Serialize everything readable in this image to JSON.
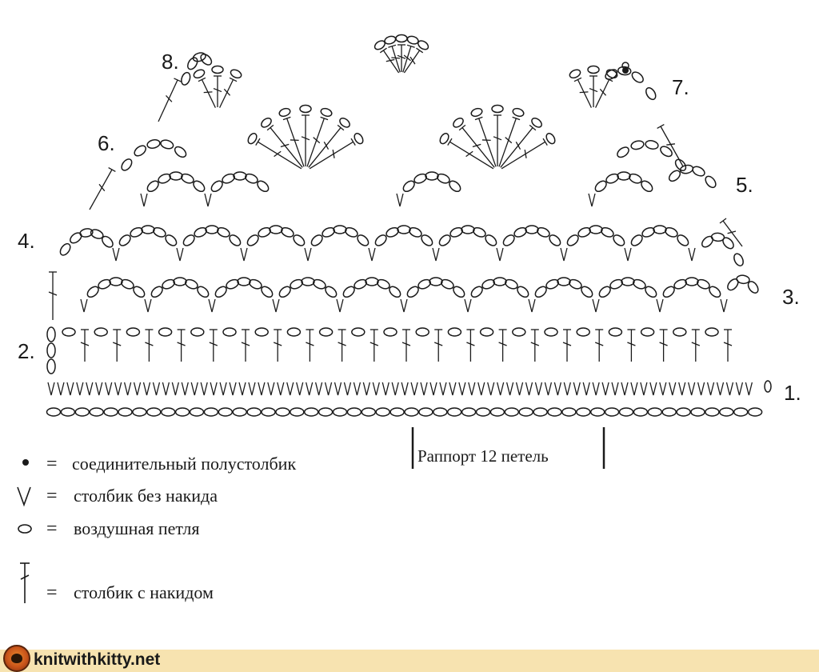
{
  "diagram": {
    "row_labels": [
      "1.",
      "2.",
      "3.",
      "4.",
      "5.",
      "6.",
      "7.",
      "8."
    ],
    "rapport_label": "Раппорт 12 петель"
  },
  "legend": [
    {
      "symbol": "dot",
      "eq": "=",
      "text": "соединительный полустолбик"
    },
    {
      "symbol": "single-crochet",
      "eq": "=",
      "text": "столбик без накида"
    },
    {
      "symbol": "chain",
      "eq": "=",
      "text": "воздушная петля"
    },
    {
      "symbol": "double-crochet",
      "eq": "=",
      "text": "столбик с накидом"
    }
  ],
  "footer": {
    "site": "knitwithkitty.net"
  },
  "colors": {
    "ink": "#1a1a1a",
    "footer_bg": "#f7e3b0"
  }
}
